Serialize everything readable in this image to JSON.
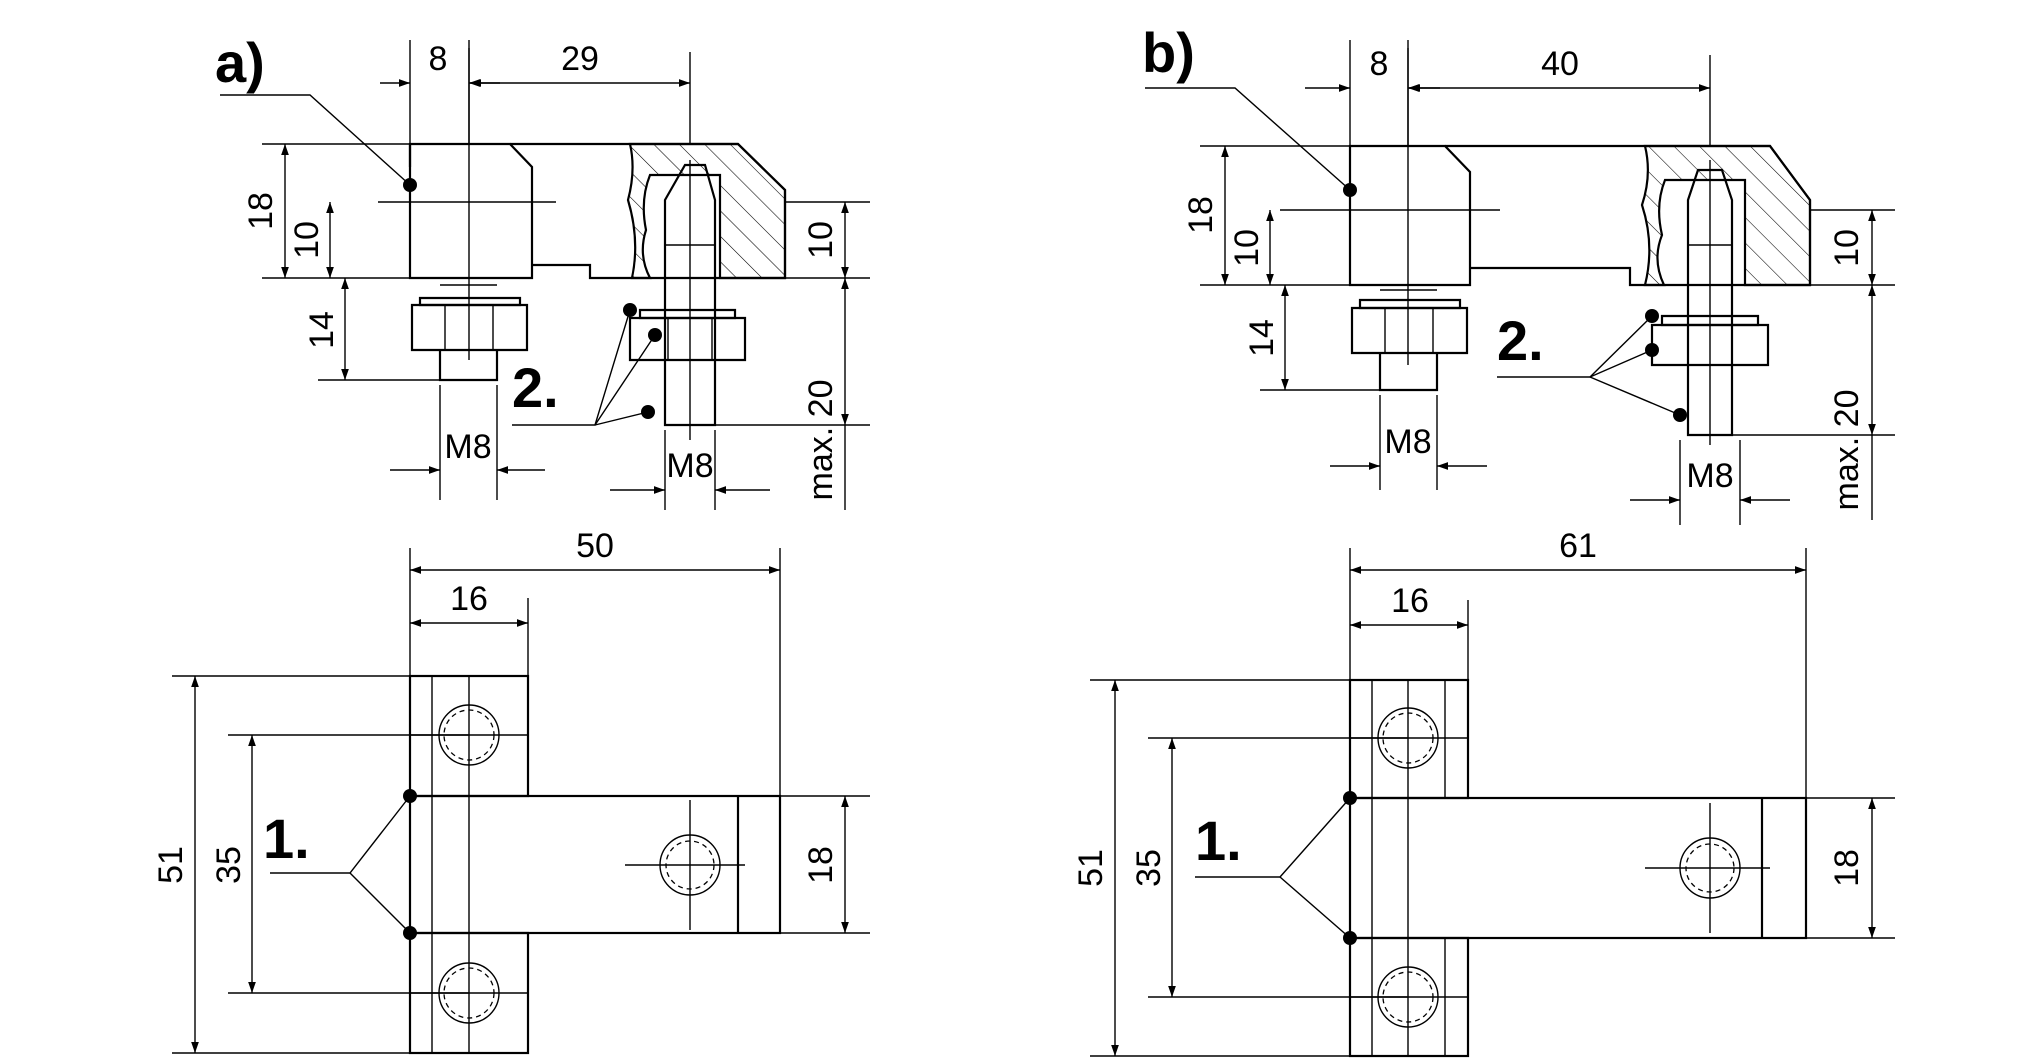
{
  "colors": {
    "line": "#000000",
    "background": "#ffffff"
  },
  "panels": [
    {
      "label": "a)",
      "side_view": {
        "width_a": "8",
        "offset": "29",
        "height_total": "18",
        "height_upper": "10",
        "height_nut": "14",
        "thread_left": "M8",
        "thread_right": "M8",
        "hole_depth": "10",
        "stud_length": "max. 20",
        "callout": "2."
      },
      "top_view": {
        "length": "50",
        "width_small": "16",
        "height_total": "51",
        "height_mid": "35",
        "arm_width": "18",
        "callout": "1."
      }
    },
    {
      "label": "b)",
      "side_view": {
        "width_a": "8",
        "offset": "40",
        "height_total": "18",
        "height_upper": "10",
        "height_nut": "14",
        "thread_left": "M8",
        "thread_right": "M8",
        "hole_depth": "10",
        "stud_length": "max. 20",
        "callout": "2."
      },
      "top_view": {
        "length": "61",
        "width_small": "16",
        "height_total": "51",
        "height_mid": "35",
        "arm_width": "18",
        "callout": "1."
      }
    }
  ]
}
